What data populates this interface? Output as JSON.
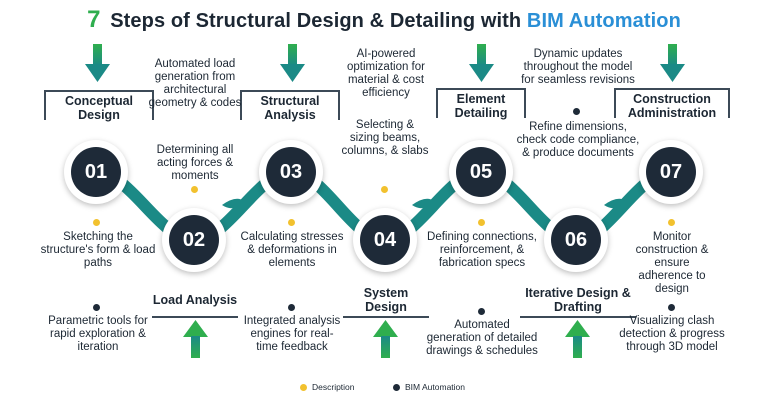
{
  "title": {
    "number": "7",
    "main": "Steps of Structural Design & Detailing with",
    "highlight": "BIM Automation"
  },
  "colors": {
    "accent_green": "#2fae4e",
    "accent_blue": "#2a8fd6",
    "circle_dark": "#1e2a38",
    "description_dot": "#f2c12e",
    "bim_dot": "#1e2a38",
    "connector_teal": "#1b8a86"
  },
  "steps": [
    {
      "number": "01",
      "title": "Conceptual Design",
      "description": "Sketching the structure's form & load paths",
      "bim": "Parametric tools for rapid exploration & iteration"
    },
    {
      "number": "02",
      "title": "Load Analysis",
      "description": "Determining all acting forces & moments",
      "bim": "Automated load generation from architectural geometry & codes"
    },
    {
      "number": "03",
      "title": "Structural Analysis",
      "description": "Calculating stresses & deformations in elements",
      "bim": "Integrated analysis engines for real-time feedback"
    },
    {
      "number": "04",
      "title": "System Design",
      "description": "Selecting & sizing beams, columns, & slabs",
      "bim": "AI-powered optimization for material & cost efficiency"
    },
    {
      "number": "05",
      "title": "Element Detailing",
      "description": "Defining connections, reinforcement, & fabrication specs",
      "bim": "Automated generation of detailed drawings & schedules"
    },
    {
      "number": "06",
      "title": "Iterative Design & Drafting",
      "description": "Refine dimensions, check code compliance, & produce documents",
      "bim": "Dynamic updates throughout the model for seamless revisions"
    },
    {
      "number": "07",
      "title": "Construction Administration",
      "description": "Monitor construction & ensure adherence to design",
      "bim": "Visualizing clash detection & progress through 3D model"
    }
  ],
  "legend": {
    "description_label": "Description",
    "bim_label": "BIM Automation"
  }
}
